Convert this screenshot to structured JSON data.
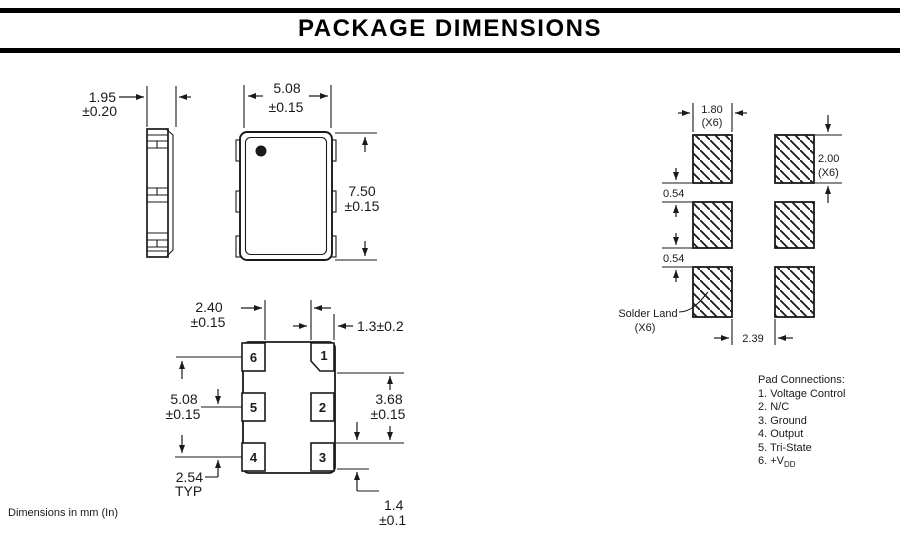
{
  "title": "PACKAGE DIMENSIONS",
  "footer_note": "Dimensions in mm (In)",
  "colors": {
    "ink": "#1a1a1a",
    "paper": "#ffffff"
  },
  "side_view": {
    "thickness": [
      "1.95",
      "±0.20"
    ]
  },
  "top_view": {
    "width": [
      "5.08",
      "±0.15"
    ],
    "height": [
      "7.50",
      "±0.15"
    ]
  },
  "bottom_view": {
    "pad_numbers": [
      "6",
      "5",
      "4",
      "1",
      "2",
      "3"
    ],
    "pad_gap": [
      "2.40",
      "±0.15"
    ],
    "pad_width": "1.3±0.2",
    "pad_span": [
      "5.08",
      "±0.15"
    ],
    "inner_span": [
      "3.68",
      "±0.15"
    ],
    "pad_pitch": [
      "2.54",
      "TYP"
    ],
    "pad_height": [
      "1.4",
      "±0.1"
    ]
  },
  "land_pattern": {
    "land_width": [
      "1.80",
      "(X6)"
    ],
    "land_height": [
      "2.00",
      "(X6)"
    ],
    "row_gap_1": "0.54",
    "row_gap_2": "0.54",
    "col_gap": "2.39",
    "label": [
      "Solder Land",
      "(X6)"
    ]
  },
  "pad_connections": {
    "heading": "Pad Connections:",
    "items": [
      "1. Voltage Control",
      "2. N/C",
      "3. Ground",
      "4. Output",
      "5. Tri-State"
    ],
    "item_6_prefix": "6. +V",
    "item_6_subscript": "DD"
  }
}
